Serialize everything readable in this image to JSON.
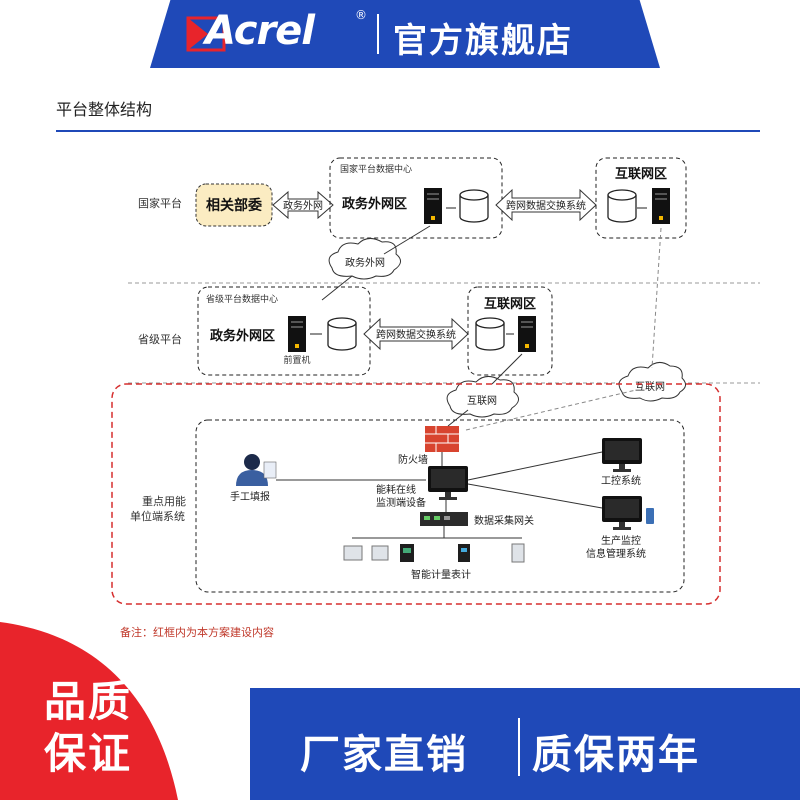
{
  "header": {
    "brand": "Acrel",
    "registered": "®",
    "store": "官方旗舰店"
  },
  "section": {
    "title": "平台整体结构"
  },
  "diagram": {
    "levels": {
      "national": "国家平台",
      "provincial": "省级平台",
      "enterprise_line1": "重点用能",
      "enterprise_line2": "单位端系统"
    },
    "national": {
      "dept": "相关部委",
      "link_gov": "政务外网",
      "center_label": "国家平台数据中心",
      "zone_gov": "政务外网区",
      "exchange": "跨网数据交换系统",
      "zone_internet": "互联网区"
    },
    "cloud_gov": "政务外网",
    "provincial": {
      "center_label": "省级平台数据中心",
      "zone_gov": "政务外网区",
      "front": "前置机",
      "exchange": "跨网数据交换系统",
      "zone_internet": "互联网区"
    },
    "cloud_internet_a": "互联网",
    "cloud_internet_b": "互联网",
    "enterprise": {
      "firewall": "防火墙",
      "manual": "手工填报",
      "device_line1": "能耗在线",
      "device_line2": "监测端设备",
      "gateway": "数据采集网关",
      "meters": "智能计量表计",
      "ics": "工控系统",
      "mis_line1": "生产监控",
      "mis_line2": "信息管理系统"
    },
    "note": "备注：红框内为本方案建设内容"
  },
  "footer": {
    "badge_line1": "品质",
    "badge_line2": "保证",
    "slogan1": "厂家直销",
    "slogan2": "质保两年"
  },
  "colors": {
    "brand_blue": "#1f49b8",
    "badge_red": "#e8242b",
    "red_dash": "#d62f2f",
    "dept_fill": "#fbecc2"
  }
}
